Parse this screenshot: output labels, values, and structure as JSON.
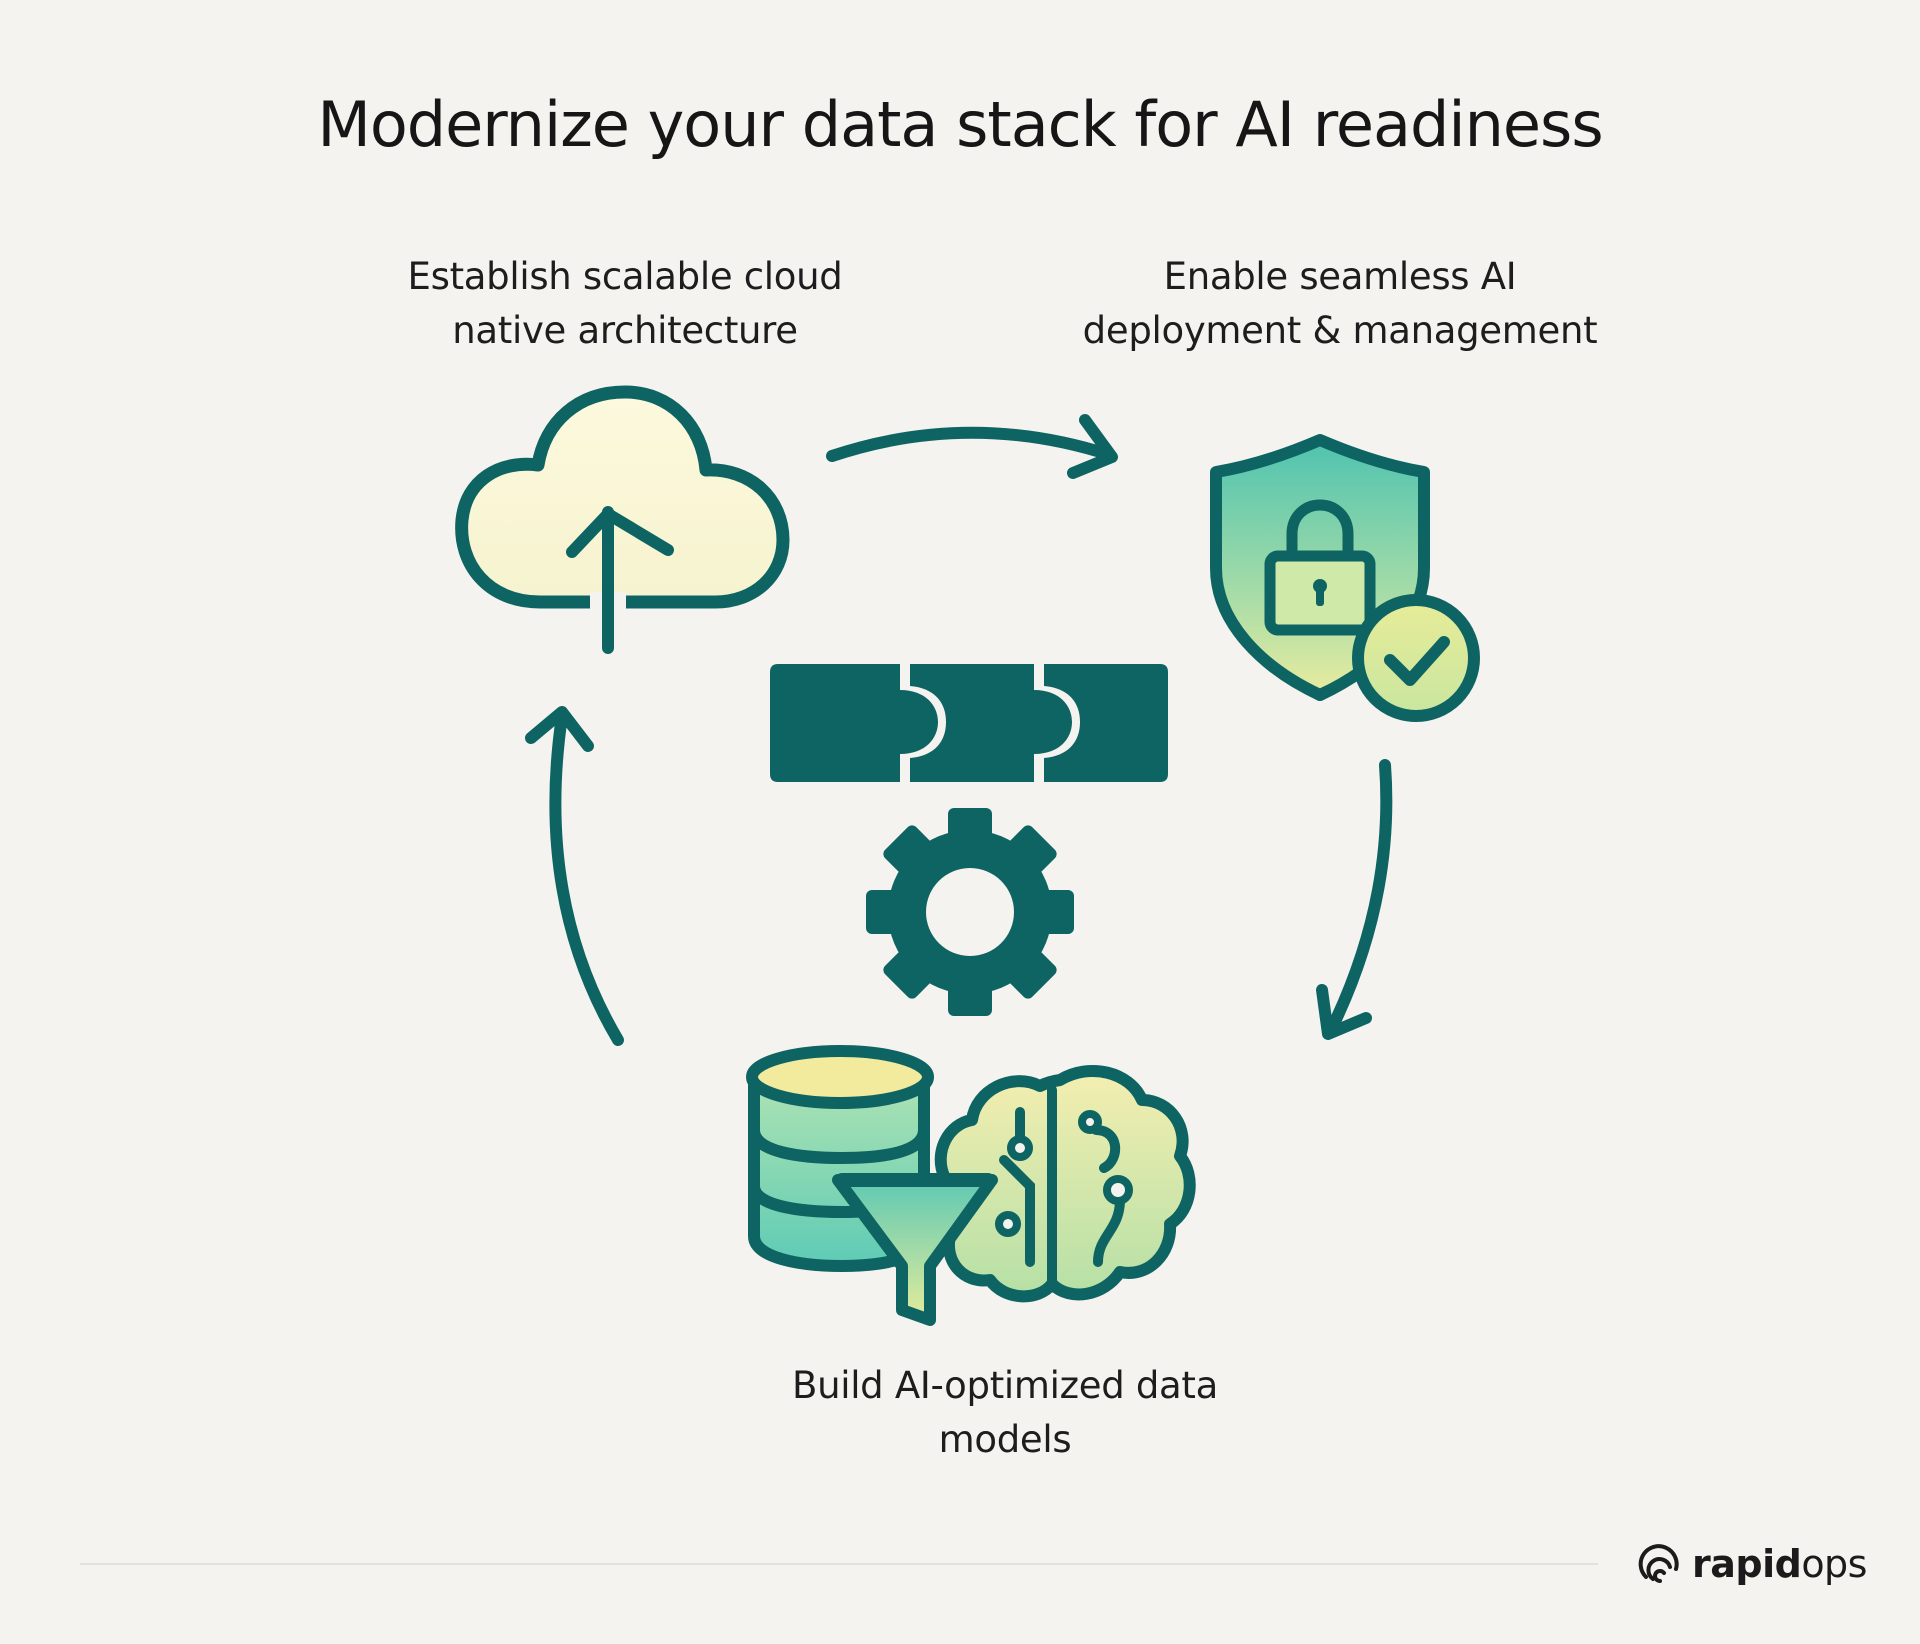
{
  "title": "Modernize your data stack for AI readiness",
  "steps": [
    {
      "id": "cloud",
      "line1": "Establish scalable cloud",
      "line2": "native architecture",
      "icon": "cloud-upload-icon"
    },
    {
      "id": "ai",
      "line1": "Enable seamless AI",
      "line2": "deployment & management",
      "icon": "shield-lock-check-icon"
    },
    {
      "id": "data",
      "line1": "Build AI-optimized data",
      "line2": "models",
      "icon": "database-filter-brain-icon"
    }
  ],
  "center_icons": [
    "puzzle-pieces-icon",
    "gear-icon"
  ],
  "brand": {
    "bold": "rapid",
    "regular": "ops"
  },
  "colors": {
    "background": "#f4f3ef",
    "teal": "#0e6462",
    "light_yellow": "#fbf8dc",
    "mint": "#6fcdb6",
    "pale_yellow": "#f1eea0"
  }
}
